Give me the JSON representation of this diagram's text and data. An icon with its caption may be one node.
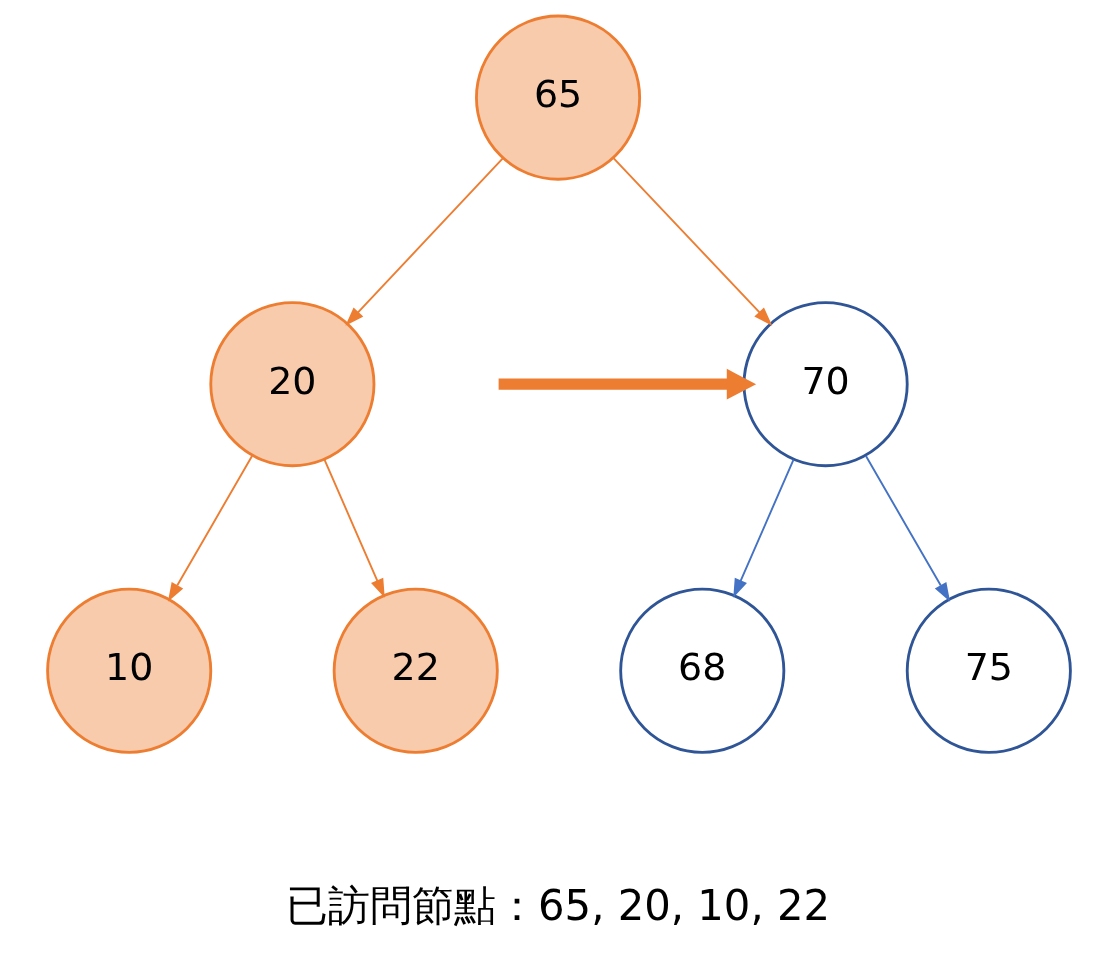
{
  "diagram": {
    "nodes": [
      {
        "text": [
          "65"
        ]
      },
      {
        "text": [
          "20"
        ]
      },
      {
        "text": [
          "70"
        ]
      },
      {
        "text": [
          "10"
        ]
      },
      {
        "text": [
          "22"
        ]
      },
      {
        "text": [
          "68"
        ]
      },
      {
        "text": [
          "75"
        ]
      }
    ],
    "edges": [
      {
        "from": 0,
        "to": 1,
        "arrow": "to"
      },
      {
        "from": 0,
        "to": 2,
        "arrow": "to"
      },
      {
        "from": 1,
        "to": 3,
        "arrow": "to"
      },
      {
        "from": 1,
        "to": 4,
        "arrow": "to"
      },
      {
        "from": 2,
        "to": 5,
        "arrow": "to",
        "color": "#4472c4"
      },
      {
        "from": 2,
        "to": 6,
        "arrow": "to",
        "color": "#4472c4"
      },
      {
        "from": null,
        "to": 2,
        "arrow": "to",
        "style": "thick"
      }
    ],
    "labels": [
      "已訪問節點：65, 20, 10, 22"
    ]
  }
}
